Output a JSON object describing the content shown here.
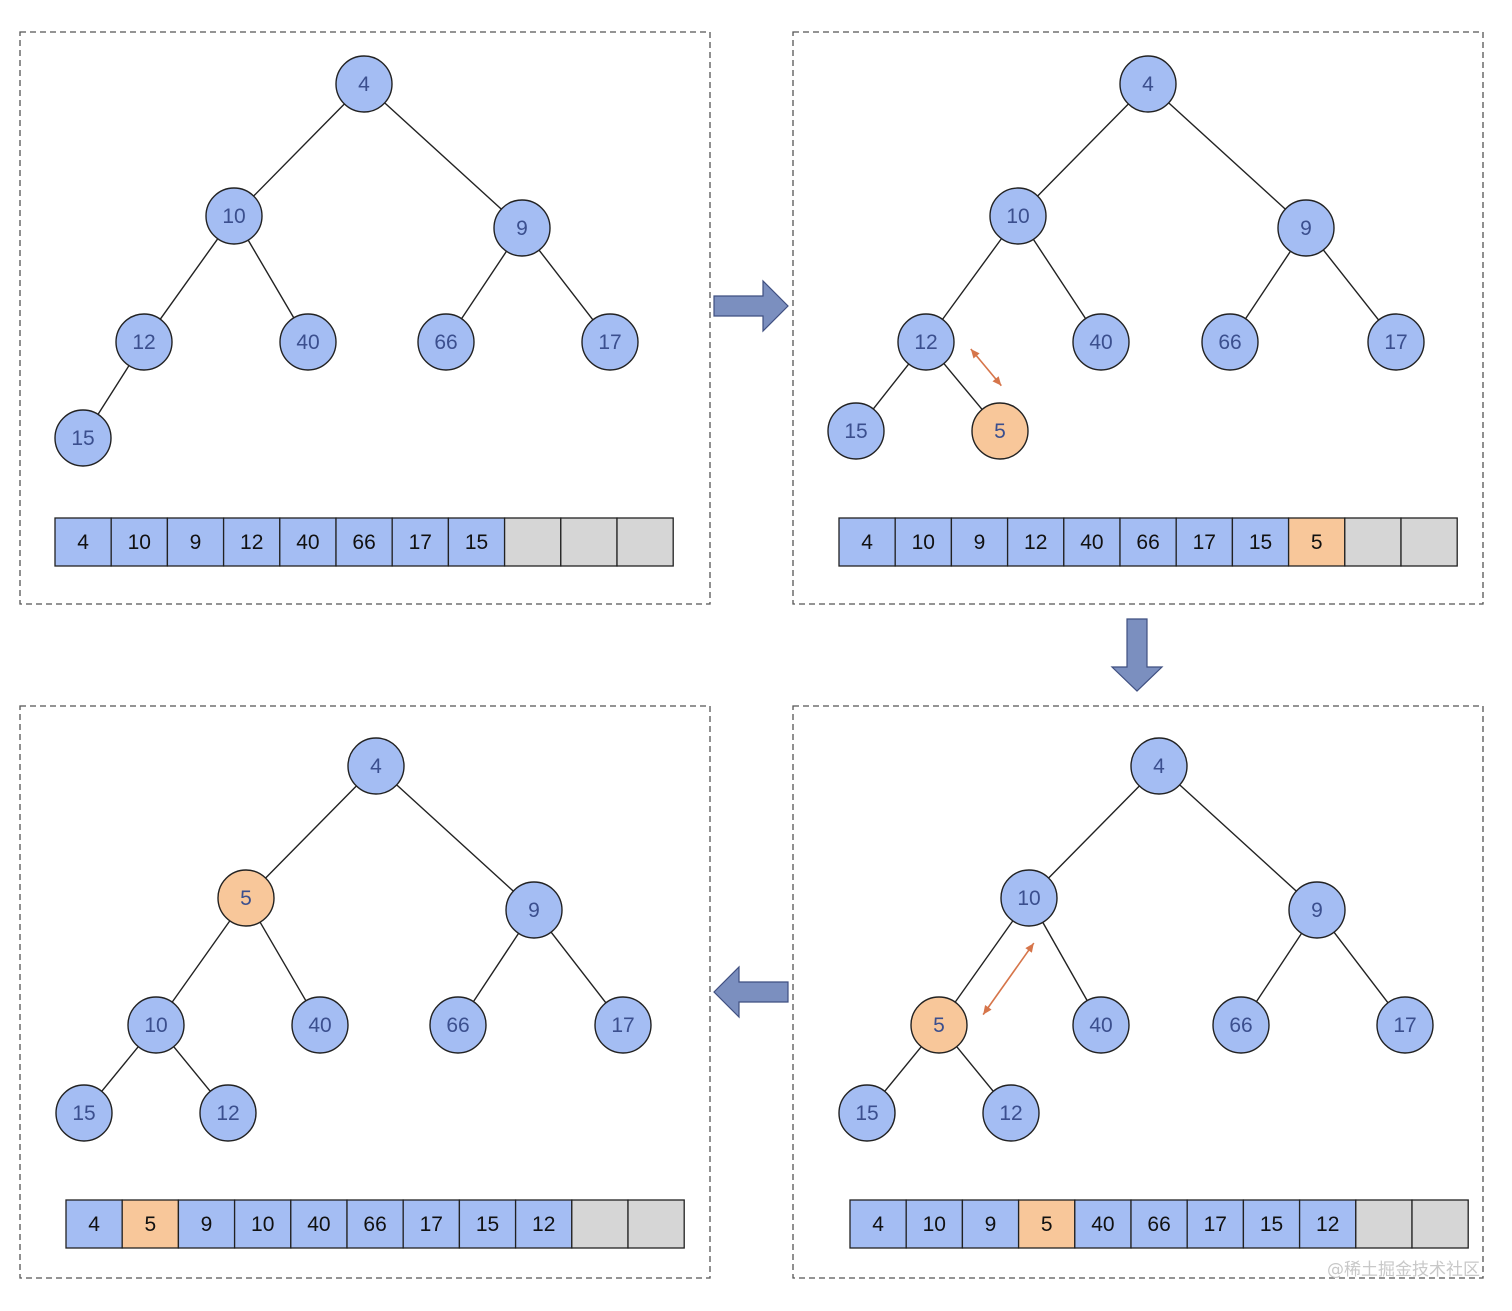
{
  "colors": {
    "node_fill": "#a4bdf3",
    "highlight_fill": "#f8c79a",
    "empty_fill": "#d6d6d6",
    "arrow_fill": "#7b8fbf",
    "swap_arrow": "#d6754a",
    "border": "#222222"
  },
  "panels": [
    {
      "nodes": [
        "4",
        "10",
        "9",
        "12",
        "40",
        "66",
        "17",
        "15"
      ],
      "highlight_nodes": [],
      "array": [
        "4",
        "10",
        "9",
        "12",
        "40",
        "66",
        "17",
        "15",
        "",
        "",
        ""
      ],
      "highlight_cells": [],
      "swap_between": []
    },
    {
      "nodes": [
        "4",
        "10",
        "9",
        "12",
        "40",
        "66",
        "17",
        "15",
        "5"
      ],
      "highlight_nodes": [
        8
      ],
      "array": [
        "4",
        "10",
        "9",
        "12",
        "40",
        "66",
        "17",
        "15",
        "5",
        "",
        ""
      ],
      "highlight_cells": [
        8
      ],
      "swap_between": [
        3,
        8
      ]
    },
    {
      "nodes": [
        "4",
        "10",
        "9",
        "5",
        "40",
        "66",
        "17",
        "15",
        "12"
      ],
      "highlight_nodes": [
        3
      ],
      "array": [
        "4",
        "10",
        "9",
        "5",
        "40",
        "66",
        "17",
        "15",
        "12",
        "",
        ""
      ],
      "highlight_cells": [
        3
      ],
      "swap_between": [
        1,
        3
      ]
    },
    {
      "nodes": [
        "4",
        "5",
        "9",
        "10",
        "40",
        "66",
        "17",
        "15",
        "12"
      ],
      "highlight_nodes": [
        1
      ],
      "array": [
        "4",
        "5",
        "9",
        "10",
        "40",
        "66",
        "17",
        "15",
        "12",
        "",
        ""
      ],
      "highlight_cells": [
        1
      ],
      "swap_between": []
    }
  ],
  "flow_arrows": [
    "right",
    "down",
    "left"
  ],
  "watermark": "@稀土掘金技术社区"
}
